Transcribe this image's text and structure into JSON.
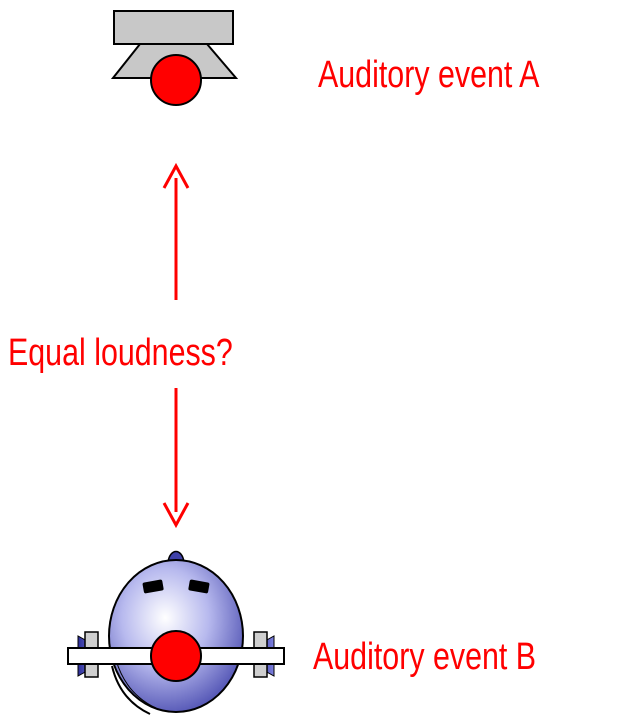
{
  "diagram": {
    "label_event_a": "Auditory event A",
    "label_event_b": "Auditory event B",
    "label_question": "Equal loudness?"
  },
  "colors": {
    "accent": "#ff0000",
    "speaker_gray": "#c8c8c8",
    "head_blue": "#6b6fd6"
  },
  "icons": {
    "loudspeaker": "loudspeaker-icon",
    "listener_head": "listener-head-with-headphones-icon",
    "arrow": "double-headed-arrow"
  }
}
